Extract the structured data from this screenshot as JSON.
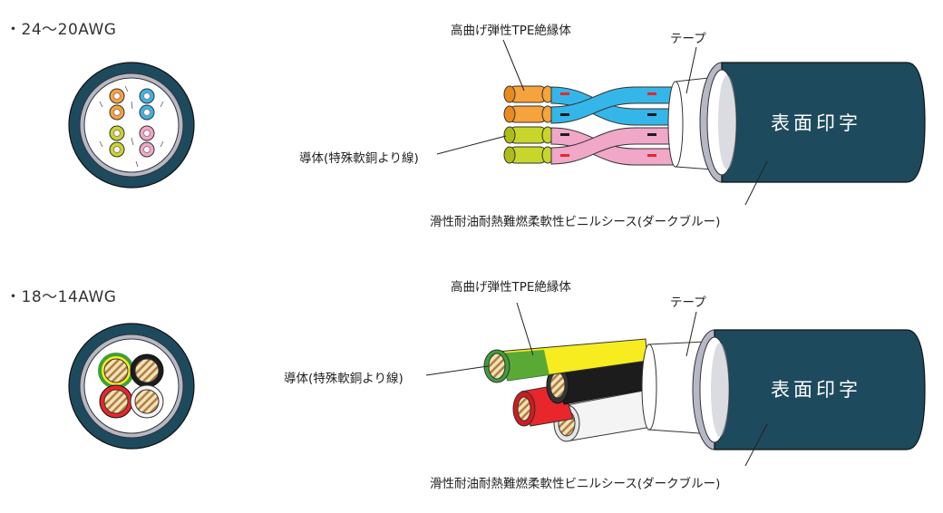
{
  "sections": [
    {
      "title": "・24〜20AWG",
      "labels": {
        "insulation": "高曲げ弾性TPE絶縁体",
        "tape": "テープ",
        "conductor": "導体(特殊軟銅より線)",
        "sheath": "滑性耐油耐熱難燃柔軟性ビニルシース(ダークブルー)",
        "print": "表面印字"
      }
    },
    {
      "title": "・18〜14AWG",
      "labels": {
        "insulation": "高曲げ弾性TPE絶縁体",
        "tape": "テープ",
        "conductor": "導体(特殊軟銅より線)",
        "sheath": "滑性耐油耐熱難燃柔軟性ビニルシース(ダークブルー)",
        "print": "表面印字"
      }
    }
  ],
  "colors": {
    "sheath": "#1e4a5e",
    "sheath_inner_ring": "#b7b8c6",
    "tape": "#ffffff",
    "orange": "#f5a33c",
    "blue": "#35b6e8",
    "yellow_green": "#c8d62c",
    "pink": "#f0a7c8",
    "red": "#e8262b",
    "black": "#1c1c1c",
    "white": "#f4f4f4",
    "yellow": "#f6ec1f",
    "green": "#3f9e3a"
  }
}
